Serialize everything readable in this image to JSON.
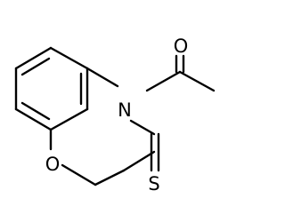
{
  "molecule": {
    "atoms": {
      "nitrogen": "N",
      "ring_oxygen": "O",
      "carbonyl_oxygen": "O",
      "sulfur": "S"
    }
  }
}
